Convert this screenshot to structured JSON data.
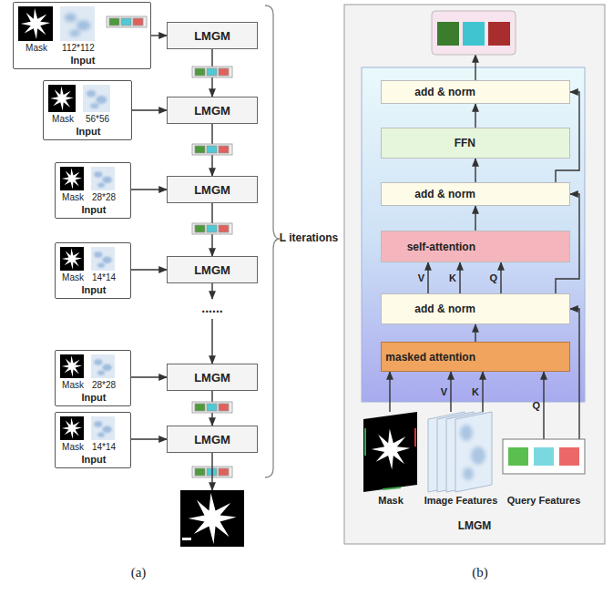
{
  "diagram": {
    "nodes": [
      {
        "text": [
          "Mask",
          "112*112",
          "Input"
        ]
      },
      {
        "text": [
          "LMGM"
        ]
      },
      {
        "text": [
          "Mask",
          "56*56",
          "Input"
        ]
      },
      {
        "text": [
          "LMGM"
        ]
      },
      {
        "text": [
          "Mask",
          "28*28",
          "Input"
        ]
      },
      {
        "text": [
          "LMGM"
        ]
      },
      {
        "text": [
          "Mask",
          "14*14",
          "Input"
        ]
      },
      {
        "text": [
          "LMGM"
        ]
      },
      {
        "text": [
          "Mask",
          "28*28",
          "Input"
        ]
      },
      {
        "text": [
          "LMGM"
        ]
      },
      {
        "text": [
          "Mask",
          "14*14",
          "Input"
        ]
      },
      {
        "text": [
          "LMGM"
        ]
      },
      {
        "text": [
          "LMGM"
        ]
      },
      {
        "text": [
          "add & norm"
        ],
        "in": 12
      },
      {
        "text": [
          "FFN"
        ],
        "in": 12
      },
      {
        "text": [
          "add & norm"
        ],
        "in": 12
      },
      {
        "text": [
          "self-attention"
        ],
        "in": 12
      },
      {
        "text": [
          "add & norm"
        ],
        "in": 12
      },
      {
        "text": [
          "masked attention"
        ],
        "in": 12
      },
      {
        "text": [
          "Mask"
        ],
        "in": 12
      },
      {
        "text": [
          "Image Features"
        ],
        "in": 12
      },
      {
        "text": [
          "Query Features"
        ],
        "in": 12
      }
    ],
    "edges": [
      {
        "from": 0,
        "to": 1,
        "arrow": "to"
      },
      {
        "from": 2,
        "to": 3,
        "arrow": "to"
      },
      {
        "from": 4,
        "to": 5,
        "arrow": "to"
      },
      {
        "from": 6,
        "to": 7,
        "arrow": "to"
      },
      {
        "from": 8,
        "to": 9,
        "arrow": "to"
      },
      {
        "from": 10,
        "to": 11,
        "arrow": "to"
      },
      {
        "from": 1,
        "to": 3,
        "arrow": "to"
      },
      {
        "from": 3,
        "to": 5,
        "arrow": "to"
      },
      {
        "from": 5,
        "to": 7,
        "arrow": "to"
      },
      {
        "from": 9,
        "to": 11,
        "arrow": "to"
      },
      {
        "from": 19,
        "to": 18,
        "arrow": "to"
      },
      {
        "from": 20,
        "to": 18,
        "label": "V",
        "arrow": "to"
      },
      {
        "from": 20,
        "to": 18,
        "label": "K",
        "arrow": "to"
      },
      {
        "from": 21,
        "to": 18,
        "label": "Q",
        "arrow": "to"
      },
      {
        "from": 21,
        "to": 17,
        "arrow": "to"
      },
      {
        "from": 18,
        "to": 17,
        "arrow": "to"
      },
      {
        "from": 17,
        "to": 16,
        "label": "V",
        "arrow": "to"
      },
      {
        "from": 17,
        "to": 16,
        "label": "K",
        "arrow": "to"
      },
      {
        "from": 17,
        "to": 16,
        "label": "Q",
        "arrow": "to"
      },
      {
        "from": 17,
        "to": 15,
        "arrow": "to"
      },
      {
        "from": 16,
        "to": 15,
        "arrow": "to"
      },
      {
        "from": 15,
        "to": 14,
        "arrow": "to"
      },
      {
        "from": 15,
        "to": 13,
        "arrow": "to"
      },
      {
        "from": 14,
        "to": 13,
        "arrow": "to"
      }
    ],
    "labels": [
      "......",
      "L iterations",
      "(a)",
      "(b)"
    ]
  }
}
